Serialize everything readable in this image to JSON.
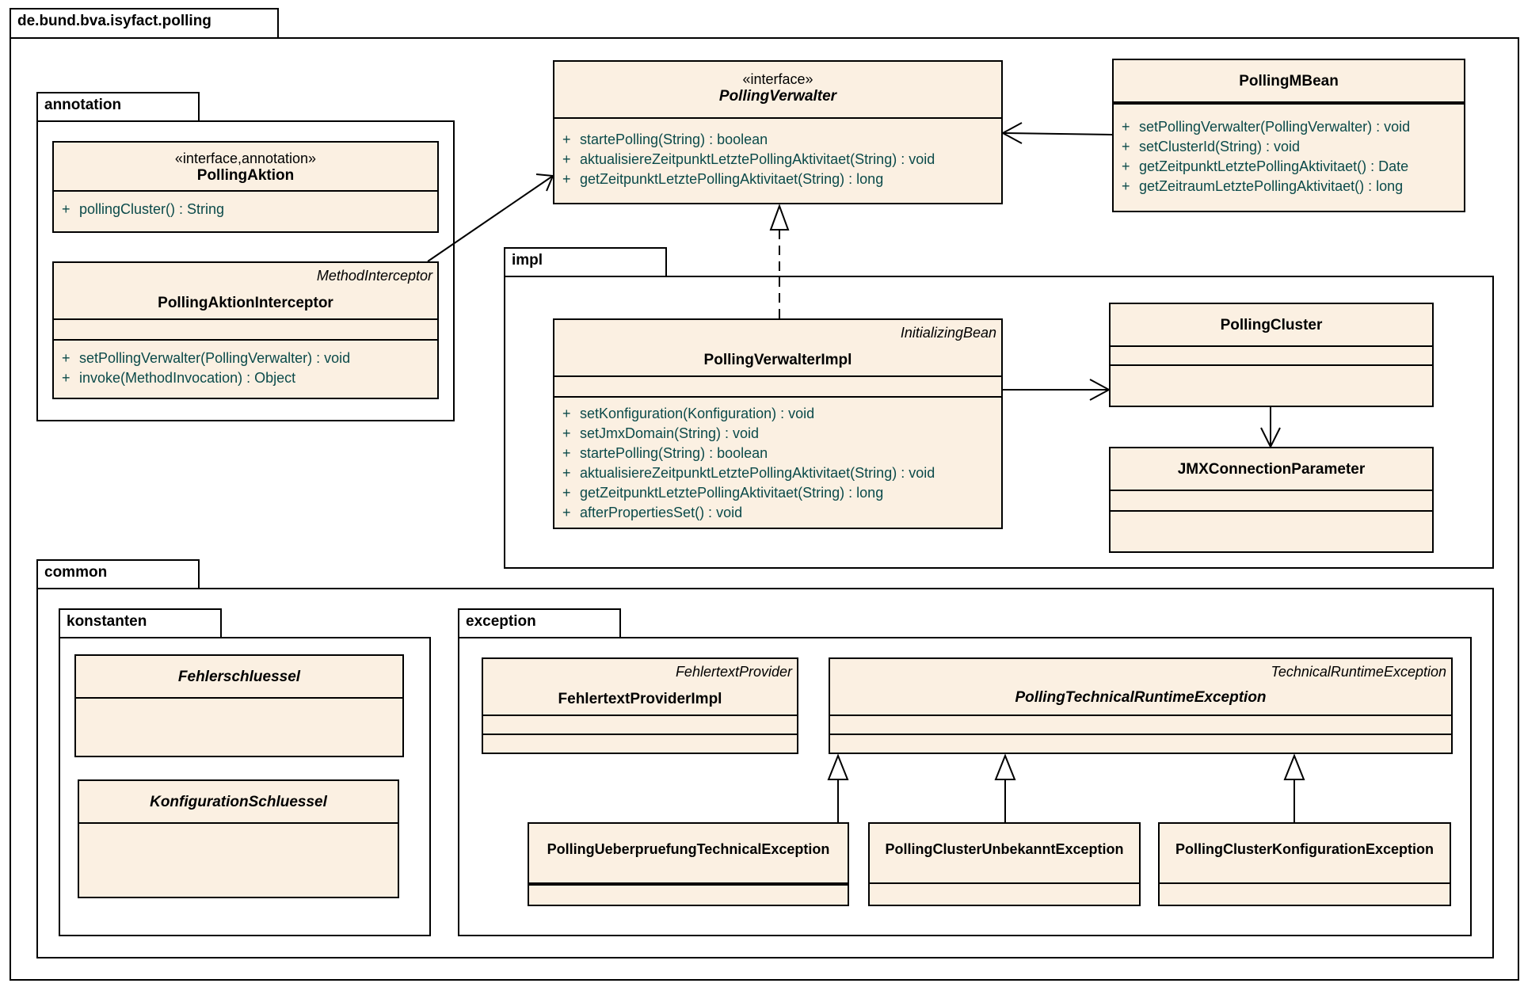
{
  "root_package": {
    "name": "de.bund.bva.isyfact.polling"
  },
  "packages": {
    "annotation": "annotation",
    "impl": "impl",
    "common": "common",
    "konstanten": "konstanten",
    "exception": "exception"
  },
  "classes": {
    "polling_verwalter": {
      "stereotype": "«interface»",
      "name": "PollingVerwalter",
      "operations": [
        {
          "vis": "+",
          "sig": "startePolling(String) : boolean"
        },
        {
          "vis": "+",
          "sig": "aktualisiereZeitpunktLetztePollingAktivitaet(String) : void"
        },
        {
          "vis": "+",
          "sig": "getZeitpunktLetztePollingAktivitaet(String) : long"
        }
      ]
    },
    "polling_mbean": {
      "name": "PollingMBean",
      "operations": [
        {
          "vis": "+",
          "sig": "setPollingVerwalter(PollingVerwalter) : void"
        },
        {
          "vis": "+",
          "sig": "setClusterId(String) : void"
        },
        {
          "vis": "+",
          "sig": "getZeitpunktLetztePollingAktivitaet() : Date"
        },
        {
          "vis": "+",
          "sig": "getZeitraumLetztePollingAktivitaet() : long"
        }
      ]
    },
    "polling_aktion": {
      "stereotype": "«interface,annotation»",
      "name": "PollingAktion",
      "operations": [
        {
          "vis": "+",
          "sig": "pollingCluster() : String"
        }
      ]
    },
    "polling_aktion_interceptor": {
      "interface": "MethodInterceptor",
      "name": "PollingAktionInterceptor",
      "operations": [
        {
          "vis": "+",
          "sig": "setPollingVerwalter(PollingVerwalter) : void"
        },
        {
          "vis": "+",
          "sig": "invoke(MethodInvocation) : Object"
        }
      ]
    },
    "polling_verwalter_impl": {
      "interface": "InitializingBean",
      "name": "PollingVerwalterImpl",
      "operations": [
        {
          "vis": "+",
          "sig": "setKonfiguration(Konfiguration) : void"
        },
        {
          "vis": "+",
          "sig": "setJmxDomain(String) : void"
        },
        {
          "vis": "+",
          "sig": "startePolling(String) : boolean"
        },
        {
          "vis": "+",
          "sig": "aktualisiereZeitpunktLetztePollingAktivitaet(String) : void"
        },
        {
          "vis": "+",
          "sig": "getZeitpunktLetztePollingAktivitaet(String) : long"
        },
        {
          "vis": "+",
          "sig": "afterPropertiesSet() : void"
        }
      ]
    },
    "polling_cluster": {
      "name": "PollingCluster"
    },
    "jmx_connection_parameter": {
      "name": "JMXConnectionParameter"
    },
    "fehlerschluessel": {
      "name": "Fehlerschluessel"
    },
    "konfiguration_schluessel": {
      "name": "KonfigurationSchluessel"
    },
    "fehlertext_provider_impl": {
      "interface": "FehlertextProvider",
      "name": "FehlertextProviderImpl"
    },
    "polling_technical_runtime_exception": {
      "interface": "TechnicalRuntimeException",
      "name": "PollingTechnicalRuntimeException"
    },
    "polling_ueberpruefung_technical_exception": {
      "name": "PollingUeberpruefungTechnicalException"
    },
    "polling_cluster_unbekannt_exception": {
      "name": "PollingClusterUnbekanntException"
    },
    "polling_cluster_konfiguration_exception": {
      "name": "PollingClusterKonfigurationException"
    }
  }
}
